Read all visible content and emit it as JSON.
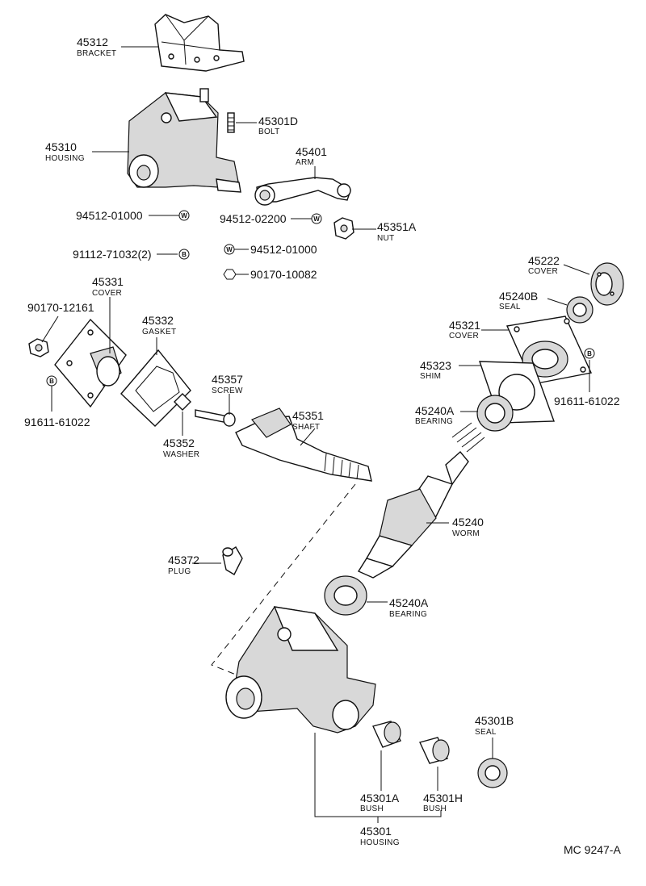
{
  "parts": [
    {
      "id": "bracket",
      "number": "45312",
      "name": "BRACKET"
    },
    {
      "id": "housing-assy",
      "number": "45310",
      "name": "HOUSING"
    },
    {
      "id": "bolt",
      "number": "45301D",
      "name": "BOLT"
    },
    {
      "id": "arm",
      "number": "45401",
      "name": "ARM"
    },
    {
      "id": "washer-a",
      "number": "94512-01000",
      "name": ""
    },
    {
      "id": "washer-b",
      "number": "94512-02200",
      "name": ""
    },
    {
      "id": "nut",
      "number": "45351A",
      "name": "NUT"
    },
    {
      "id": "bolt-b",
      "number": "91112-71032(2)",
      "name": ""
    },
    {
      "id": "washer-c",
      "number": "94512-01000",
      "name": ""
    },
    {
      "id": "nut-b",
      "number": "90170-10082",
      "name": ""
    },
    {
      "id": "cover-top",
      "number": "45222",
      "name": "COVER"
    },
    {
      "id": "seal-top",
      "number": "45240B",
      "name": "SEAL"
    },
    {
      "id": "cover-side",
      "number": "45321",
      "name": "COVER"
    },
    {
      "id": "shim",
      "number": "45323",
      "name": "SHIM"
    },
    {
      "id": "bolt-c",
      "number": "91611-61022",
      "name": ""
    },
    {
      "id": "bearing-upper",
      "number": "45240A",
      "name": "BEARING"
    },
    {
      "id": "cover-left",
      "number": "45331",
      "name": "COVER"
    },
    {
      "id": "nut-c",
      "number": "90170-12161",
      "name": ""
    },
    {
      "id": "gasket",
      "number": "45332",
      "name": "GASKET"
    },
    {
      "id": "screw",
      "number": "45357",
      "name": "SCREW"
    },
    {
      "id": "shaft",
      "number": "45351",
      "name": "SHAFT"
    },
    {
      "id": "bolt-d",
      "number": "91611-61022",
      "name": ""
    },
    {
      "id": "washer-d",
      "number": "45352",
      "name": "WASHER"
    },
    {
      "id": "worm",
      "number": "45240",
      "name": "WORM"
    },
    {
      "id": "plug",
      "number": "45372",
      "name": "PLUG"
    },
    {
      "id": "bearing-lower",
      "number": "45240A",
      "name": "BEARING"
    },
    {
      "id": "seal-bottom",
      "number": "45301B",
      "name": "SEAL"
    },
    {
      "id": "bush-a",
      "number": "45301A",
      "name": "BUSH"
    },
    {
      "id": "bush-h",
      "number": "45301H",
      "name": "BUSH"
    },
    {
      "id": "housing",
      "number": "45301",
      "name": "HOUSING"
    }
  ],
  "symbols": {
    "w": "W",
    "b": "B"
  },
  "reference": "MC  9247-A"
}
